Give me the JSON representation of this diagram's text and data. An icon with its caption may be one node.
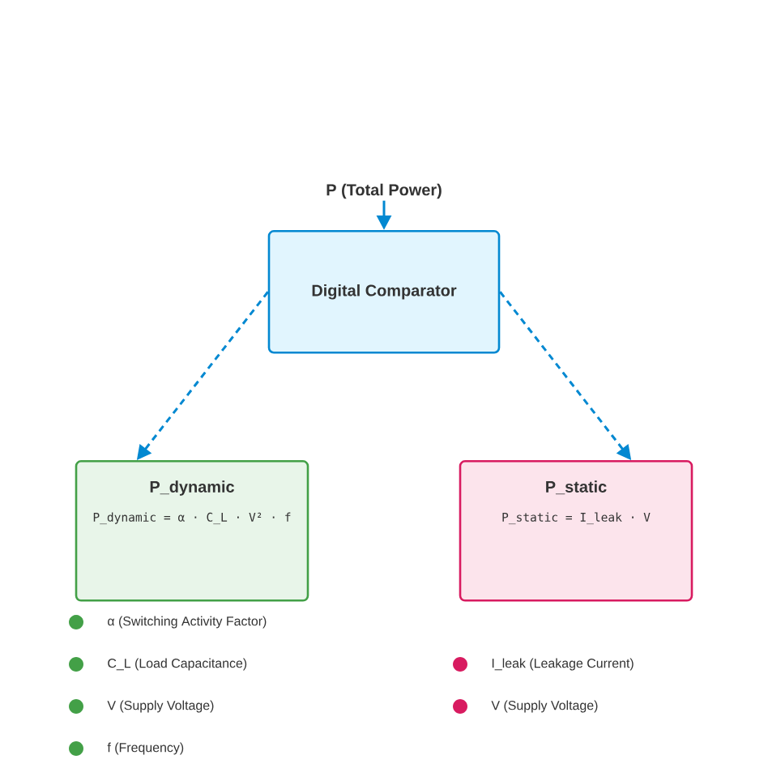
{
  "diagram": {
    "nodes": [
      {
        "text": [
          "P (Total Power)"
        ]
      },
      {
        "text": [
          "Digital Comparator"
        ]
      },
      {
        "text": [
          "P_dynamic",
          "P_dynamic = α · C_L · V² · f"
        ],
        "beside": [
          "α (Switching Activity Factor)",
          "C_L (Load Capacitance)",
          "V (Supply Voltage)",
          "f (Frequency)"
        ]
      },
      {
        "text": [
          "P_static",
          "P_static = I_leak · V"
        ],
        "beside": [
          "I_leak (Leakage Current)",
          "V (Supply Voltage)"
        ]
      }
    ],
    "edges": [
      {
        "from": 0,
        "to": 1,
        "arrow": "to"
      },
      {
        "from": 1,
        "to": 2,
        "arrow": "to",
        "style": "dashed"
      },
      {
        "from": 1,
        "to": 3,
        "arrow": "to",
        "style": "dashed"
      }
    ]
  }
}
